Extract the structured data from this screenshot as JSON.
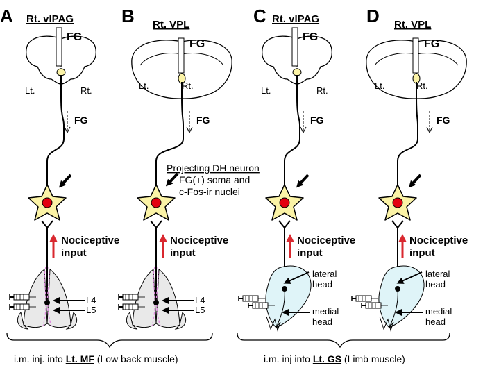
{
  "panels": [
    {
      "letter": "A",
      "region": "Rt. vlPAG",
      "tracer": "FG",
      "arrow_label": "FG",
      "left_side": "Lt.",
      "right_side": "Rt.",
      "input_label_1": "Nociceptive",
      "input_label_2": "input"
    },
    {
      "letter": "B",
      "region": "Rt. VPL",
      "tracer": "FG",
      "arrow_label": "FG",
      "left_side": "Lt.",
      "right_side": "Rt.",
      "input_label_1": "Nociceptive",
      "input_label_2": "input"
    },
    {
      "letter": "C",
      "region": "Rt. vlPAG",
      "tracer": "FG",
      "arrow_label": "FG",
      "left_side": "Lt.",
      "right_side": "Rt.",
      "input_label_1": "Nociceptive",
      "input_label_2": "input"
    },
    {
      "letter": "D",
      "region": "Rt. VPL",
      "tracer": "FG",
      "arrow_label": "FG",
      "left_side": "Lt.",
      "right_side": "Rt.",
      "input_label_1": "Nociceptive",
      "input_label_2": "input"
    }
  ],
  "neuron_legend": {
    "title": "Projecting DH neuron",
    "line2": "FG(+) soma and",
    "line3": "c-Fos-ir nuclei"
  },
  "mf_labels": {
    "l4": "L4",
    "l5": "L5"
  },
  "gs_labels": {
    "lateral_1": "lateral",
    "lateral_2": "head",
    "medial_1": "medial",
    "medial_2": "head"
  },
  "captions": {
    "mf_prefix": "i.m. inj. into ",
    "mf_target": "Lt. MF",
    "mf_suffix": " (Low back muscle)",
    "gs_prefix": "i.m. inj into ",
    "gs_target": "Lt. GS",
    "gs_suffix": " (Limb muscle)"
  },
  "colors": {
    "soma_fill": "#fbf3a6",
    "nucleus": "#e3000f",
    "input_arrow": "#d9282f",
    "muscle_gs": "#dff4f8",
    "muscle_mf": "#e9e9e9",
    "mf_nerve": "#e08ee0"
  }
}
